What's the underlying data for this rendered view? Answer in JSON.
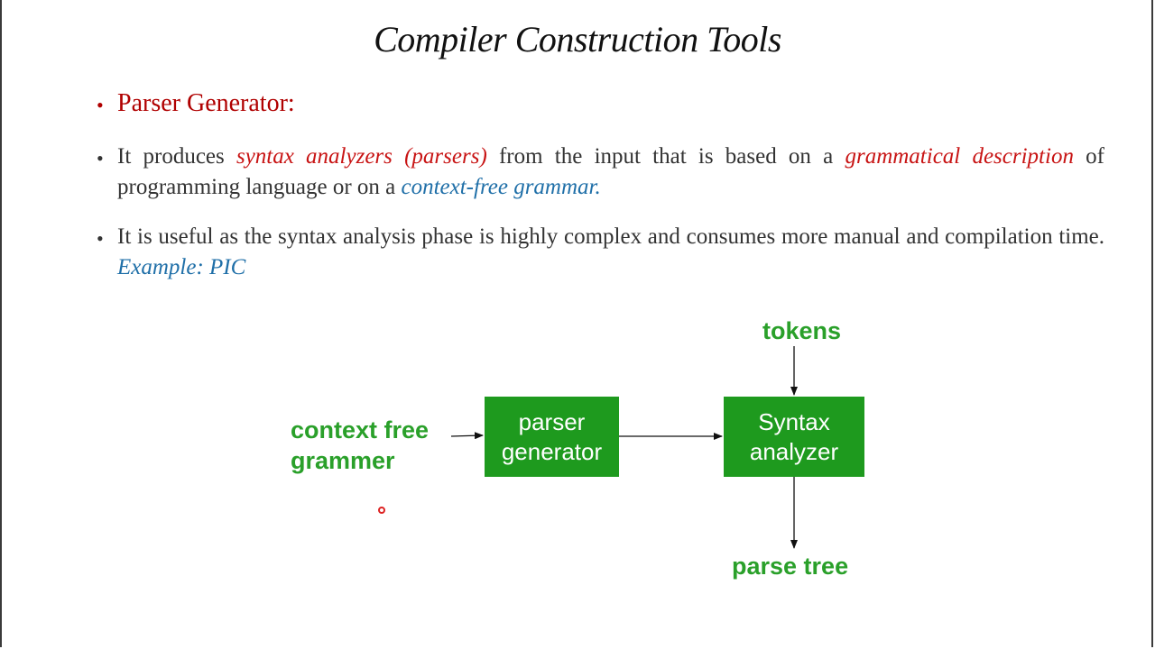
{
  "slide": {
    "title": "Compiler Construction Tools",
    "heading": "Parser Generator:",
    "bullet_char": "•",
    "para1": {
      "t1": "It produces ",
      "e1": "syntax analyzers (parsers)",
      "t2": " from the input that is based on a ",
      "e2": "grammatical description",
      "t3": " of programming language or on a ",
      "e3": "context-free grammar."
    },
    "para2": {
      "t1": "It is useful as the syntax analysis phase is highly complex and consumes more manual and compilation time. ",
      "e1": "Example: PIC"
    }
  },
  "diagram": {
    "input_label_line1": "context free",
    "input_label_line2": "grammer",
    "box1_line1": "parser",
    "box1_line2": "generator",
    "box2_line1": "Syntax",
    "box2_line2": "analyzer",
    "top_label": "tokens",
    "bottom_label": "parse tree"
  },
  "colors": {
    "heading_red": "#b00000",
    "emphasis_red": "#c81414",
    "emphasis_blue": "#1f6fa8",
    "box_green": "#1e9a1e",
    "label_green": "#2aa02a"
  }
}
